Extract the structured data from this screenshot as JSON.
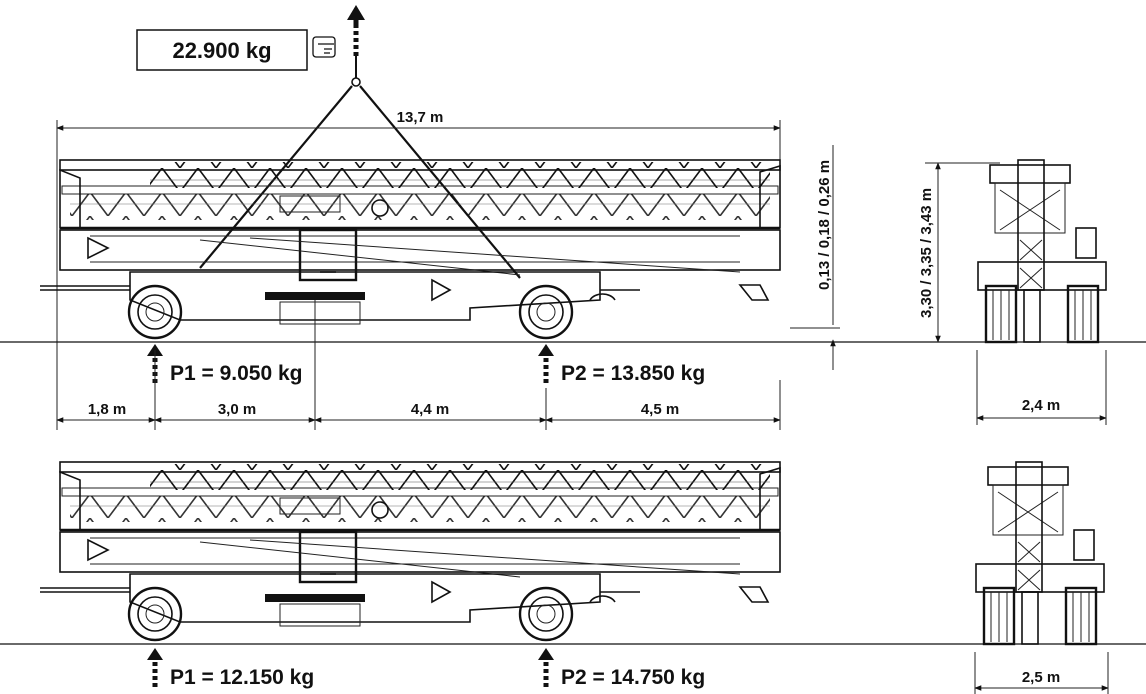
{
  "lift": {
    "total_weight": "22.900 kg"
  },
  "top_config": {
    "overall_length": "13,7 m",
    "ground_clearance": "0,13 / 0,18 / 0,26 m",
    "height": "3,30 / 3,35 / 3,43 m",
    "axle1_load": "P1 = 9.050 kg",
    "axle2_load": "P2 = 13.850 kg",
    "segments": [
      "1,8 m",
      "3,0 m",
      "4,4 m",
      "4,5 m"
    ],
    "width": "2,4 m"
  },
  "bottom_config": {
    "axle1_load": "P1 = 12.150 kg",
    "axle2_load": "P2 = 14.750 kg",
    "width": "2,5 m"
  },
  "icons": {
    "pointer": "pointing-hand-icon",
    "up_arrow": "lift-arrow-icon",
    "load_arrow": "load-arrow-icon"
  }
}
